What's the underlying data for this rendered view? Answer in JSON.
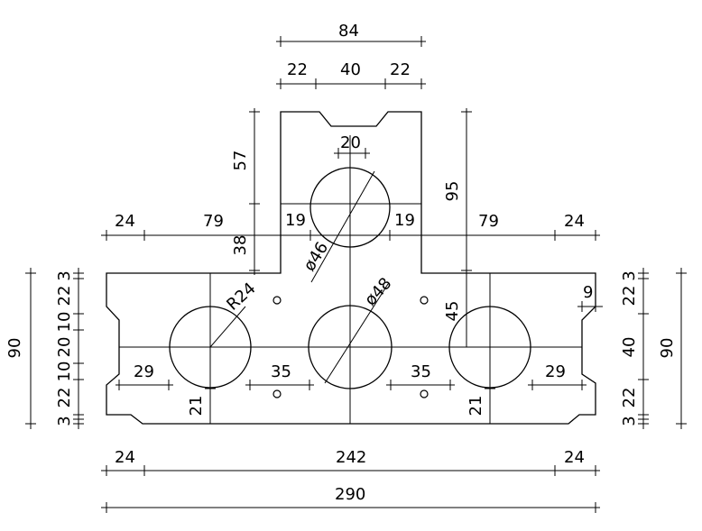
{
  "drawing": {
    "type": "technical-drawing",
    "subject": "T-shaped block cross-section with cores",
    "line_color": "#000000",
    "background": "#ffffff"
  },
  "dimensions": {
    "top_84": "84",
    "top_22_left": "22",
    "top_40": "40",
    "top_22_right": "22",
    "d20": "20",
    "v57": "57",
    "v95": "95",
    "v38": "38",
    "h24_left": "24",
    "h79_left": "79",
    "h19_left": "19",
    "h19_right": "19",
    "h79_right": "79",
    "h24_right": "24",
    "phi46": "ø46",
    "phi48": "ø48",
    "r24": "R24",
    "v45": "45",
    "h9": "9",
    "h29_left": "29",
    "h35_left": "35",
    "h35_right": "35",
    "h29_right": "29",
    "v21_left": "21",
    "v21_right": "21",
    "left_90": "90",
    "left_3_top": "3",
    "left_22_top": "22",
    "left_10_top": "10",
    "left_20": "20",
    "left_10_bottom": "10",
    "left_22_bottom": "22",
    "left_3_bottom": "3",
    "right_3_top": "3",
    "right_22_top": "22",
    "right_40": "40",
    "right_22_bottom": "22",
    "right_3_bottom": "3",
    "right_90": "90",
    "bottom_24_left": "24",
    "bottom_242": "242",
    "bottom_24_right": "24",
    "bottom_290": "290"
  }
}
